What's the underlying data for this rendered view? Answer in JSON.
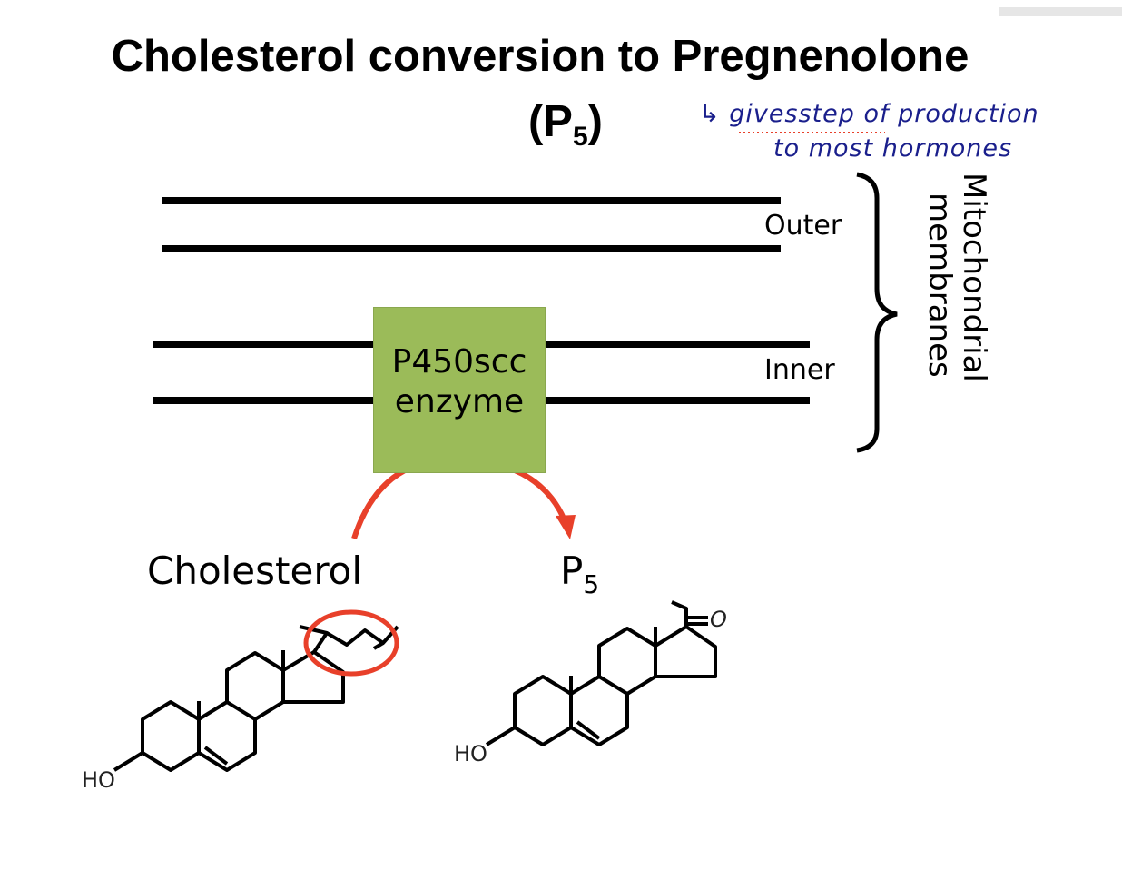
{
  "title": {
    "line1": "Cholesterol conversion to Pregnenolone",
    "line2_main": "(P",
    "line2_sub": "5",
    "line2_end": ")"
  },
  "handwritten_note": {
    "line1": "↳ givesstep  of production",
    "line2": "to  most hormones"
  },
  "membranes": {
    "outer_label": "Outer",
    "inner_label": "Inner",
    "group_label_1": "Mitochondrial",
    "group_label_2": "membranes"
  },
  "enzyme": {
    "line1": "P450scc",
    "line2": "enzyme",
    "color": "#9bbb59"
  },
  "reaction": {
    "substrate": "Cholesterol",
    "product_main": "P",
    "product_sub": "5",
    "arrow_color": "#e8402a"
  },
  "structures": {
    "hydroxyl_label": "HO",
    "ketone_label": "O"
  }
}
